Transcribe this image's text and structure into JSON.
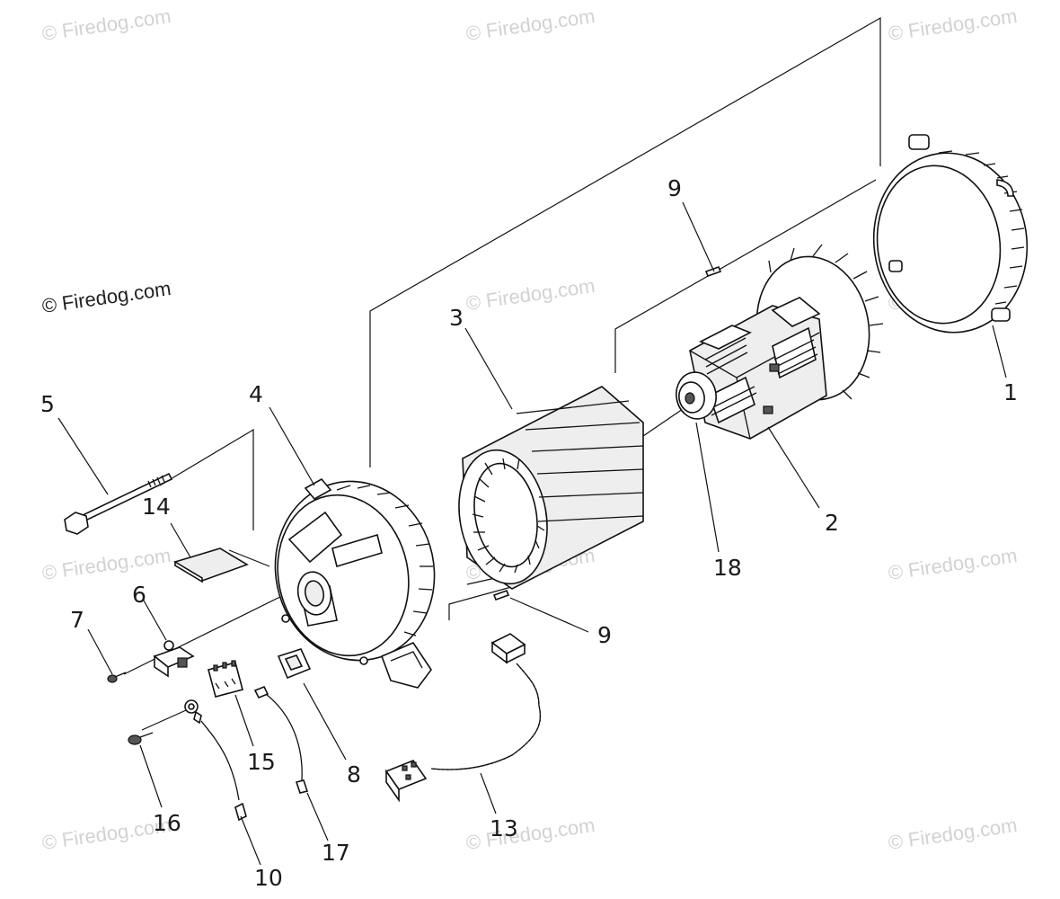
{
  "watermark": "© Firedog.com",
  "callouts": {
    "p1": "1",
    "p2": "2",
    "p3": "3",
    "p4": "4",
    "p5": "5",
    "p6": "6",
    "p7": "7",
    "p8": "8",
    "p9a": "9",
    "p9b": "9",
    "p10": "10",
    "p13": "13",
    "p14": "14",
    "p15": "15",
    "p16": "16",
    "p17": "17",
    "p18": "18"
  }
}
